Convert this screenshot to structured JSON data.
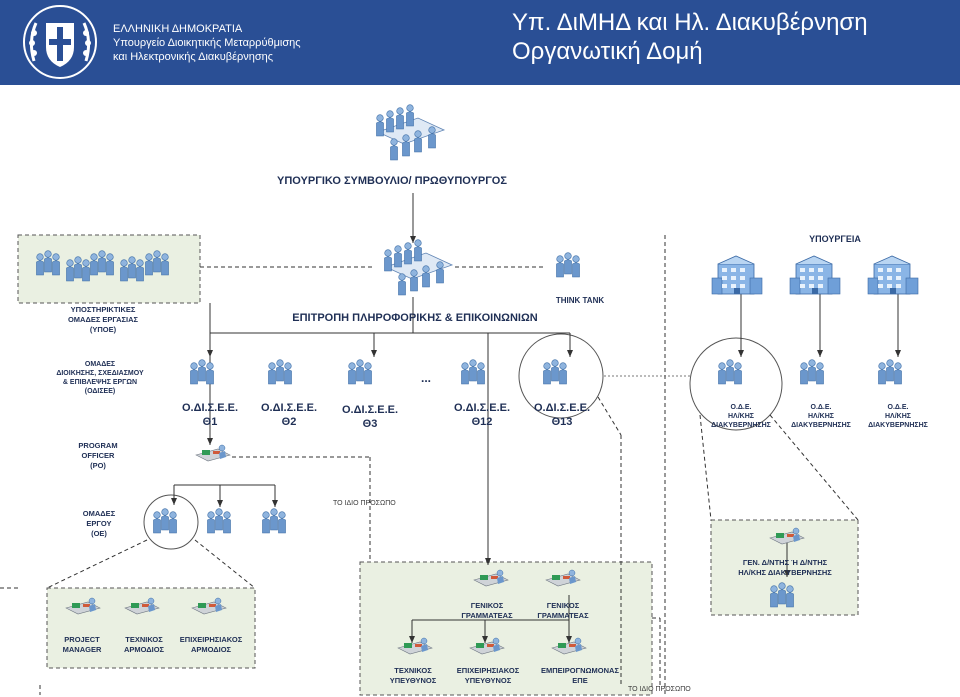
{
  "header": {
    "org_line1": "ΕΛΛΗΝΙΚΗ ΔΗΜΟΚΡΑΤΙΑ",
    "org_line2": "Υπουργείο Διοικητικής Μεταρρύθμισης",
    "org_line3": "και Ηλεκτρονικής Διακυβέρνησης",
    "title_line1": "Υπ. ΔιΜΗΔ και Ηλ. Διακυβέρνηση",
    "title_line2": "Οργανωτική Δομή",
    "bg_color": "#2a4f95"
  },
  "diagram": {
    "cabinet": "ΥΠΟΥΡΓΙΚΟ ΣΥΜΒΟΥΛΙΟ/ ΠΡΩΘΥΠΟΥΡΓΟΣ",
    "committee": "ΕΠΙΤΡΟΠΗ ΠΛΗΡΟΦΟΡΙΚΗΣ & ΕΠΙΚΟΙΝΩΝΙΩΝ",
    "think_tank": "THINK TANK",
    "support_groups": [
      "ΥΠΟΣΤΗΡΙΚΤΙΚΕΣ",
      "ΟΜΑΔΕΣ ΕΡΓΑΣΙΑΣ",
      "(ΥΠΟΕ)"
    ],
    "management_groups": [
      "ΟΜΑΔΕΣ",
      "ΔΙΟΙΚΗΣΗΣ, ΣΧΕΔΙΑΣΜΟΥ",
      "& ΕΠΙΒΛΕΨΗΣ ΕΡΓΩΝ",
      "(ΟΔΙΣΕΕ)"
    ],
    "odisee_units": [
      {
        "line1": "Ο.ΔΙ.Σ.Ε.Ε.",
        "line2": "Θ1"
      },
      {
        "line1": "Ο.ΔΙ.Σ.Ε.Ε.",
        "line2": "Θ2"
      },
      {
        "line1": "Ο.ΔΙ.Σ.Ε.Ε.",
        "line2": "Θ3"
      },
      {
        "line1": "Ο.ΔΙ.Σ.Ε.Ε.",
        "line2": "Θ12"
      },
      {
        "line1": "Ο.ΔΙ.Σ.Ε.Ε.",
        "line2": "Θ13"
      }
    ],
    "ellipsis": "...",
    "program_officer": [
      "PROGRAM",
      "OFFICER",
      "(PO)"
    ],
    "project_groups": [
      "ΟΜΑΔΕΣ",
      "ΕΡΓΟΥ",
      "(ΟΕ)"
    ],
    "same_person": "ΤΟ ΙΔΙΟ ΠΡΟΣΩΠΟ",
    "roles_left": [
      [
        "PROJECT",
        "MANAGER"
      ],
      [
        "ΤΕΧΝΙΚΟΣ",
        "ΑΡΜΟΔΙΟΣ"
      ],
      [
        "ΕΠΙΧΕΙΡΗΣΙΑΚΟΣ",
        "ΑΡΜΟΔΙΟΣ"
      ]
    ],
    "ministries": "ΥΠΟΥΡΓΕΙΑ",
    "ode_units": [
      [
        "Ο.Δ.Ε.",
        "ΗΛ/ΚΗΣ",
        "ΔΙΑΚΥΒΕΡΝΗΣΗΣ"
      ],
      [
        "Ο.Δ.Ε.",
        "ΗΛ/ΚΗΣ",
        "ΔΙΑΚΥΒΕΡΝΗΣΗΣ"
      ],
      [
        "Ο.Δ.Ε.",
        "ΗΛ/ΚΗΣ",
        "ΔΙΑΚΥΒΕΡΝΗΣΗΣ"
      ]
    ],
    "gen_director": [
      "ΓΕΝ. Δ/ΝΤΗΣ Ή Δ/ΝΤΗΣ",
      "ΗΛ/ΚΗΣ ΔΙΑΚΥΒΕΡΝΗΣΗΣ"
    ],
    "gen_secretaries": [
      [
        "ΓΕΝΙΚΟΣ",
        "ΓΡΑΜΜΑΤΕΑΣ"
      ],
      [
        "ΓΕΝΙΚΟΣ",
        "ΓΡΑΜΜΑΤΕΑΣ"
      ]
    ],
    "roles_bottom": [
      [
        "ΤΕΧΝΙΚΟΣ",
        "ΥΠΕΥΘΥΝΟΣ"
      ],
      [
        "ΕΠΙΧΕΙΡΗΣΙΑΚΟΣ",
        "ΥΠΕΥΘΥΝΟΣ"
      ],
      [
        "ΕΜΠΕΙΡΟΓΝΩΜΟΝΑΣ",
        "ΕΠΕ"
      ]
    ]
  }
}
